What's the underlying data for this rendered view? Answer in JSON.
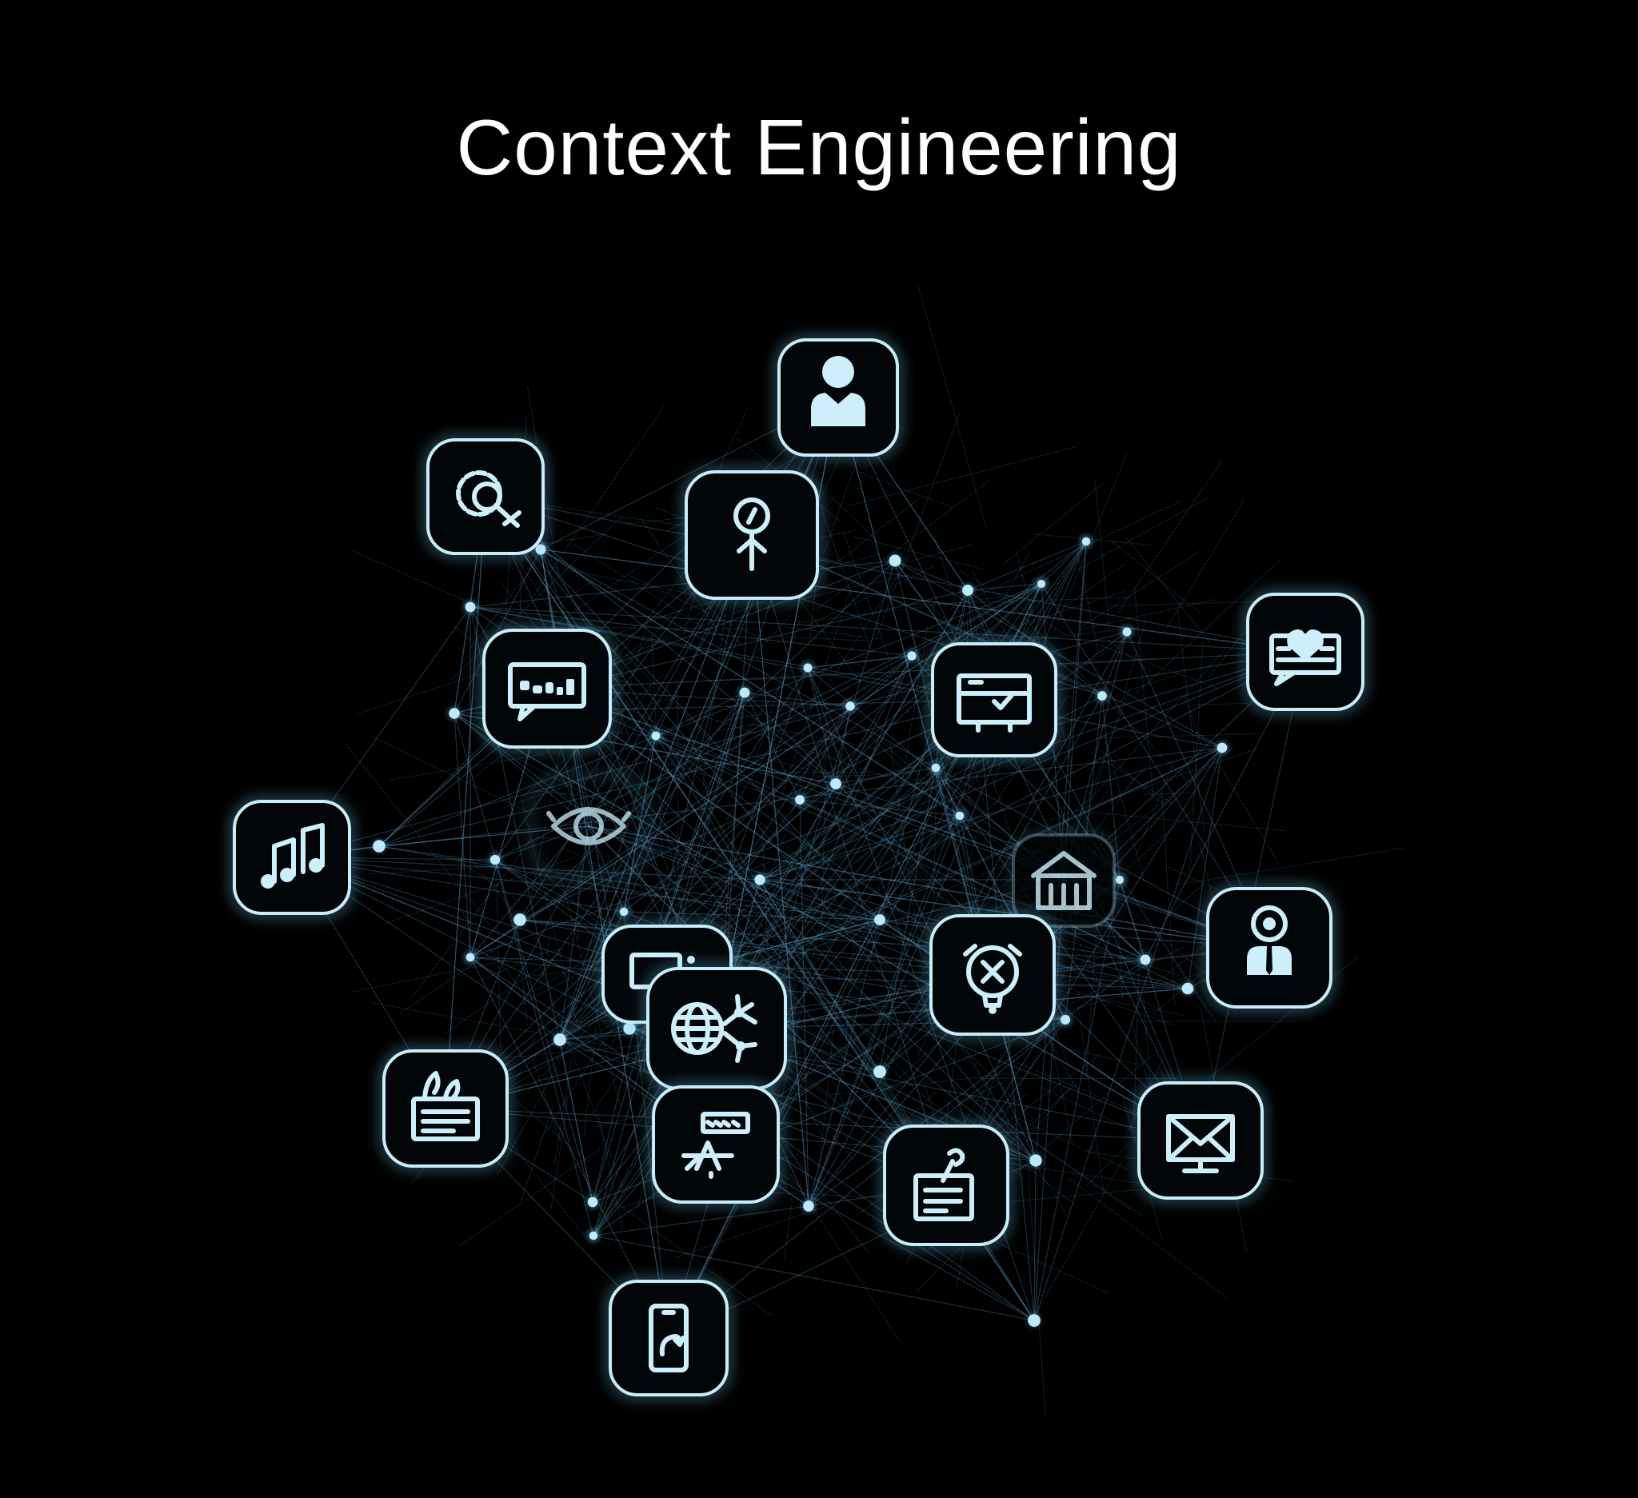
{
  "title": "Context Engineering",
  "colors": {
    "background": "#000000",
    "tile_border": "#c7ecfb",
    "glow": "#6fc7ef",
    "edges": "#5fa8d6",
    "dots": "#bfe8fb"
  },
  "nodes": [
    {
      "id": "person",
      "icon": "person-icon"
    },
    {
      "id": "gear-search",
      "icon": "gear-search-icon"
    },
    {
      "id": "location-pin",
      "icon": "location-pin-icon"
    },
    {
      "id": "chat-heart",
      "icon": "chat-heart-icon"
    },
    {
      "id": "chat-bubble",
      "icon": "chat-bubble-icon"
    },
    {
      "id": "screen-check",
      "icon": "screen-check-icon"
    },
    {
      "id": "eye",
      "icon": "eye-icon"
    },
    {
      "id": "music",
      "icon": "music-note-icon"
    },
    {
      "id": "house",
      "icon": "house-icon"
    },
    {
      "id": "person-target",
      "icon": "person-target-icon"
    },
    {
      "id": "monitor",
      "icon": "monitor-icon"
    },
    {
      "id": "globe-network",
      "icon": "globe-network-icon"
    },
    {
      "id": "alarm",
      "icon": "alarm-clock-icon"
    },
    {
      "id": "document-flame",
      "icon": "document-flame-icon"
    },
    {
      "id": "signpost",
      "icon": "signpost-icon"
    },
    {
      "id": "document-pin",
      "icon": "document-pin-icon"
    },
    {
      "id": "mail-monitor",
      "icon": "mail-monitor-icon"
    },
    {
      "id": "phone",
      "icon": "phone-icon"
    }
  ]
}
